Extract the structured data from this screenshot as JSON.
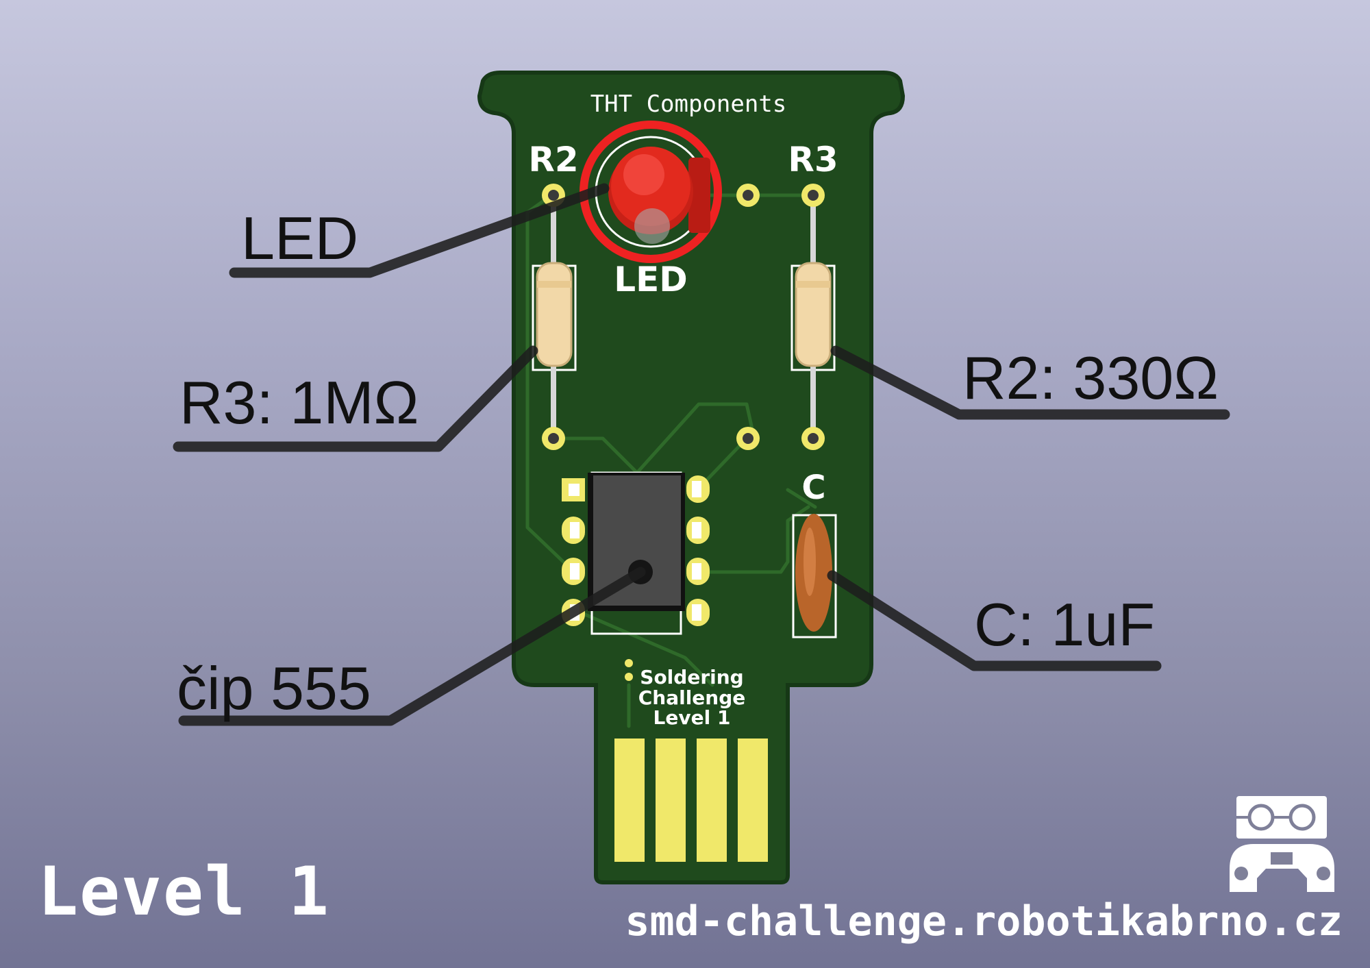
{
  "board": {
    "silkscreen_title": "THT Components",
    "ref_r2": "R2",
    "ref_r3": "R3",
    "ref_led": "LED",
    "ref_c": "C",
    "footer_line1": "Soldering",
    "footer_line2": "Challenge",
    "footer_line3": "Level 1"
  },
  "callouts": {
    "led": "LED",
    "r3": "R3: 1MΩ",
    "r2": "R2: 330Ω",
    "chip": "čip 555",
    "capacitor": "C: 1uF"
  },
  "level_label": "Level 1",
  "site_url": "smd-challenge.robotikabrno.cz",
  "colors": {
    "pcb": "#1f4a1d",
    "pcb_edge": "#163816",
    "pad": "#f0e86a",
    "led": "#e22a1e",
    "resistor": "#f2d8a8",
    "capacitor": "#b9652a",
    "chip": "#4a4a4a"
  }
}
